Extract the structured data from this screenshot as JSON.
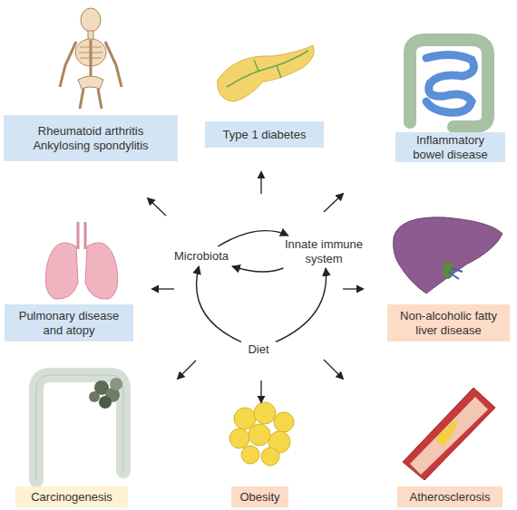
{
  "diagram": {
    "nodes": [
      {
        "text": [
          "Rheumatoid arthritis",
          "Ankylosing spondylitis"
        ]
      },
      {
        "text": [
          "Type 1 diabetes"
        ]
      },
      {
        "text": [
          "Inflammatory bowel disease"
        ]
      },
      {
        "text": [
          "Microbiota"
        ]
      },
      {
        "text": [
          "Innate immune system"
        ]
      },
      {
        "text": [
          "Pulmonary disease and atopy"
        ]
      },
      {
        "text": [
          "Non-alcoholic fatty liver disease"
        ]
      },
      {
        "text": [
          "Diet"
        ]
      },
      {
        "text": [
          "Carcinogenesis"
        ]
      },
      {
        "text": [
          "Obesity"
        ]
      },
      {
        "text": [
          "Atherosclerosis"
        ]
      }
    ],
    "edges": [
      {
        "from": 3,
        "to": 4,
        "arrow": "to"
      },
      {
        "from": 4,
        "to": 3,
        "arrow": "to"
      },
      {
        "from": 7,
        "to": 3,
        "arrow": "to"
      },
      {
        "from": 7,
        "to": 4,
        "arrow": "to"
      }
    ]
  }
}
